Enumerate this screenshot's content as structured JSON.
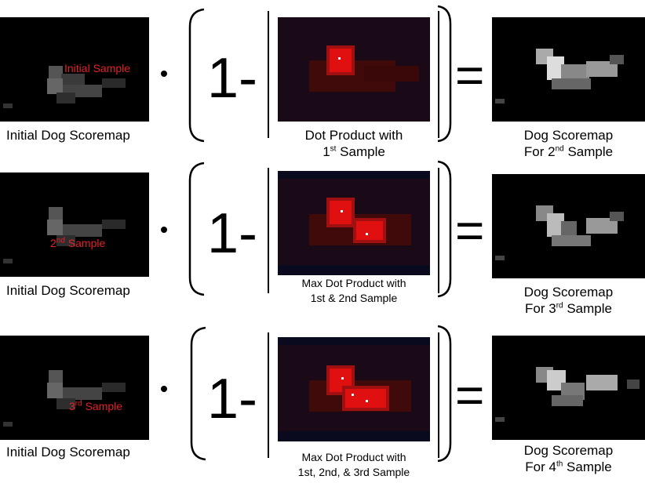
{
  "rows": [
    {
      "left_caption": "Initial Dog Scoremap",
      "sample_label_base": "Initial Sample",
      "one_minus": "1-",
      "center_caption_line1": "Dot Product with",
      "center_caption_line2_pre": "1",
      "center_caption_line2_sup": "st",
      "center_caption_line2_post": " Sample",
      "right_caption_line1": "Dog Scoremap",
      "right_caption_line2_pre": "For 2",
      "right_caption_line2_sup": "nd",
      "right_caption_line2_post": " Sample"
    },
    {
      "left_caption": "Initial Dog Scoremap",
      "sample_label_base": "2",
      "sample_label_sup": "nd",
      "sample_label_post": " Sample",
      "one_minus": "1-",
      "center_caption_line1": "Max Dot Product with",
      "center_caption_line2": "1st & 2nd Sample",
      "right_caption_line1": "Dog Scoremap",
      "right_caption_line2_pre": "For 3",
      "right_caption_line2_sup": "rd",
      "right_caption_line2_post": " Sample"
    },
    {
      "left_caption": "Initial Dog Scoremap",
      "sample_label_base": "3",
      "sample_label_sup": "rd",
      "sample_label_post": " Sample",
      "one_minus": "1-",
      "center_caption_line1": "Max Dot Product with",
      "center_caption_line2": "1st, 2nd, & 3rd Sample",
      "right_caption_line1": "Dog Scoremap",
      "right_caption_line2_pre": "For 4",
      "right_caption_line2_sup": "th",
      "right_caption_line2_post": " Sample"
    }
  ],
  "colors": {
    "background": "#ffffff",
    "text": "#000000",
    "sample_label": "#e0202a",
    "heat_red": "#e01010",
    "map_background": "#000000"
  },
  "glyphs": {
    "multiply": "·",
    "equals": "="
  }
}
